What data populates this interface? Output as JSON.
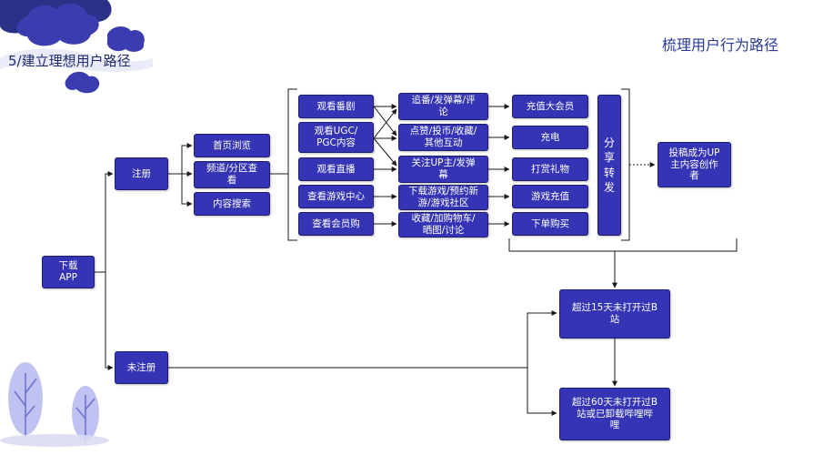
{
  "title_left": "5/建立理想用户路径",
  "title_right": "梳理用户行为路径",
  "colors": {
    "node_fill": "#3434b4",
    "node_border": "#1e1e6e",
    "line": "#1a1a1a",
    "cloud": "#3a3cb0",
    "tree": "#9fa3e0"
  },
  "nodes": {
    "download": "下载\nAPP",
    "register": "注册",
    "unregistered": "未注册",
    "home_browse": "首页浏览",
    "channel_view": "频道/分区查\n看",
    "content_search": "内容搜索",
    "watch_drama": "观看番剧",
    "watch_ugc": "观看UGC/\nPGC内容",
    "watch_live": "观看直播",
    "watch_game_center": "查看游戏中心",
    "watch_member_shop": "查看会员购",
    "follow_danmaku": "追番/发弹幕/评\n论",
    "like_coin": "点赞/投币/收藏/\n其他互动",
    "follow_up": "关注UP主/发弹\n幕",
    "download_game": "下载游戏/预约新\n游/游戏社区",
    "favorite_cart": "收藏/加购物车/\n晒图/讨论",
    "recharge_vip": "充值大会员",
    "charge": "充电",
    "tip_gift": "打赏礼物",
    "game_recharge": "游戏充值",
    "place_order": "下单购买",
    "share_forward": "分享转发",
    "become_up": "投稿成为UP\n主内容创作\n者",
    "not_open_15": "超过15天未打开过B\n站",
    "not_open_60": "超过60天未打开过B\n站或已卸载哔哩哔\n哩"
  }
}
